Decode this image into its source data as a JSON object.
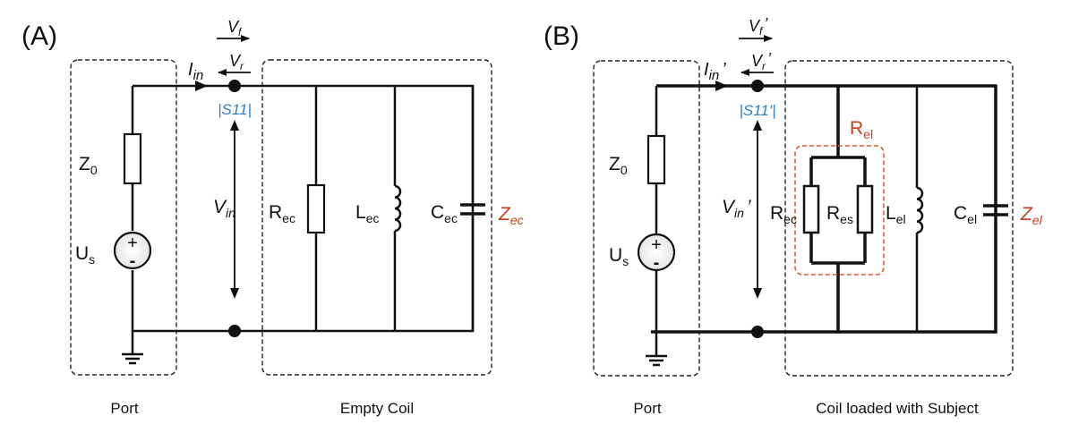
{
  "panels": [
    {
      "label": "(A)",
      "forward_wave": {
        "symbol": "V",
        "sub": "f",
        "prime": ""
      },
      "reflected_wave": {
        "symbol": "V",
        "sub": "r",
        "prime": ""
      },
      "input_current": {
        "symbol": "I",
        "sub": "in",
        "prime": ""
      },
      "s11": "|S11|",
      "input_voltage": {
        "symbol": "V",
        "sub": "in",
        "prime": ""
      },
      "source_impedance": {
        "main": "Z",
        "sub": "0"
      },
      "source": {
        "main": "U",
        "sub": "s",
        "plus": "+",
        "minus": "-"
      },
      "resistor": {
        "main": "R",
        "sub": "ec"
      },
      "inductor": {
        "main": "L",
        "sub": "ec"
      },
      "capacitor": {
        "main": "C",
        "sub": "ec"
      },
      "impedance": {
        "main": "Z",
        "sub": "ec"
      },
      "port_caption": "Port",
      "coil_caption": "Empty Coil"
    },
    {
      "label": "(B)",
      "forward_wave": {
        "symbol": "V",
        "sub": "f",
        "prime": "’"
      },
      "reflected_wave": {
        "symbol": "V",
        "sub": "r",
        "prime": "’"
      },
      "input_current": {
        "symbol": "I",
        "sub": "in",
        "prime": "’"
      },
      "s11": "|S11'|",
      "input_voltage": {
        "symbol": "V",
        "sub": "in",
        "prime": "’"
      },
      "source_impedance": {
        "main": "Z",
        "sub": "0"
      },
      "source": {
        "main": "U",
        "sub": "s",
        "plus": "+",
        "minus": "-"
      },
      "resistor": {
        "main": "R",
        "sub": "ec"
      },
      "subject_resistor": {
        "main": "R",
        "sub": "es"
      },
      "loaded_resistance": {
        "main": "R",
        "sub": "el"
      },
      "inductor": {
        "main": "L",
        "sub": "el"
      },
      "capacitor": {
        "main": "C",
        "sub": "el"
      },
      "impedance": {
        "main": "Z",
        "sub": "el"
      },
      "port_caption": "Port",
      "coil_caption": "Coil loaded with Subject"
    }
  ],
  "colors": {
    "s11_label": "#2f7fc1",
    "impedance_label": "#c2401f",
    "loaded_box": "#d2603c",
    "wire": "#111111"
  }
}
